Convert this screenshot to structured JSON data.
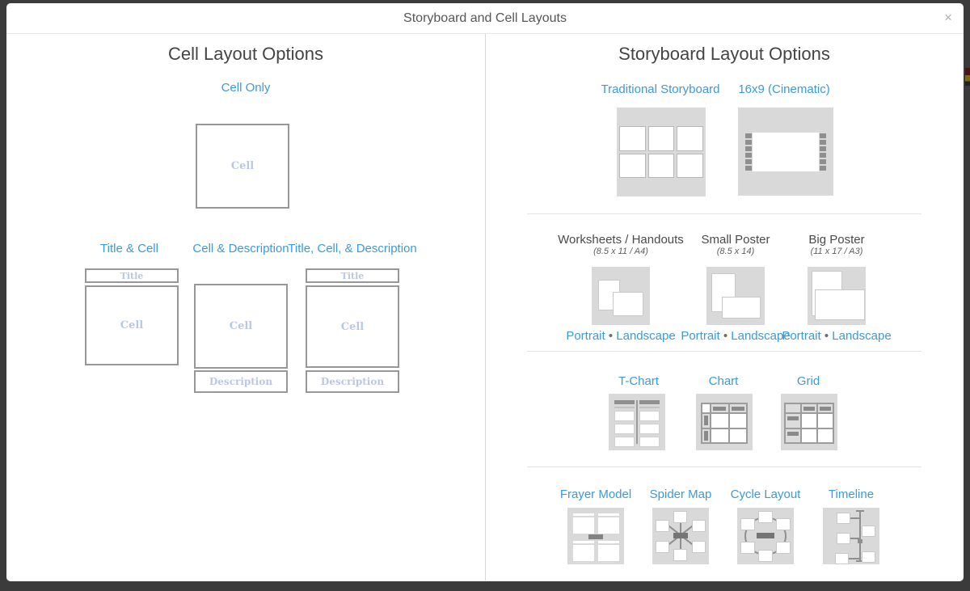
{
  "modal": {
    "title": "Storyboard and Cell Layouts",
    "close_label": "×"
  },
  "colors": {
    "link_blue": "#3d9ad9",
    "diagram_text_blue": "#b9c8e4",
    "thumb_gray": "#d9d9d9",
    "backdrop_gray": "#3b3b3b"
  },
  "cell_layouts": {
    "heading": "Cell Layout Options",
    "diagram_text": {
      "title": "Title",
      "cell": "Cell",
      "description": "Description"
    },
    "options": [
      {
        "label": "Cell Only"
      },
      {
        "label": "Title & Cell"
      },
      {
        "label": "Cell & Description"
      },
      {
        "label": "Title, Cell, & Description"
      }
    ]
  },
  "storyboard_layouts": {
    "heading": "Storyboard Layout Options",
    "formats": [
      {
        "label": "Traditional Storyboard"
      },
      {
        "label": "16x9 (Cinematic)"
      }
    ],
    "posters": [
      {
        "label": "Worksheets / Handouts",
        "size": "(8.5 x 11 / A4)",
        "portrait": "Portrait",
        "separator": "•",
        "landscape": "Landscape"
      },
      {
        "label": "Small Poster",
        "size": "(8.5 x 14)",
        "portrait": "Portrait",
        "separator": "•",
        "landscape": "Landscape"
      },
      {
        "label": "Big Poster",
        "size": "(11 x 17 / A3)",
        "portrait": "Portrait",
        "separator": "•",
        "landscape": "Landscape"
      }
    ],
    "charts": [
      {
        "label": "T-Chart"
      },
      {
        "label": "Chart"
      },
      {
        "label": "Grid"
      }
    ],
    "diagrams": [
      {
        "label": "Frayer Model"
      },
      {
        "label": "Spider Map"
      },
      {
        "label": "Cycle Layout"
      },
      {
        "label": "Timeline"
      }
    ]
  }
}
